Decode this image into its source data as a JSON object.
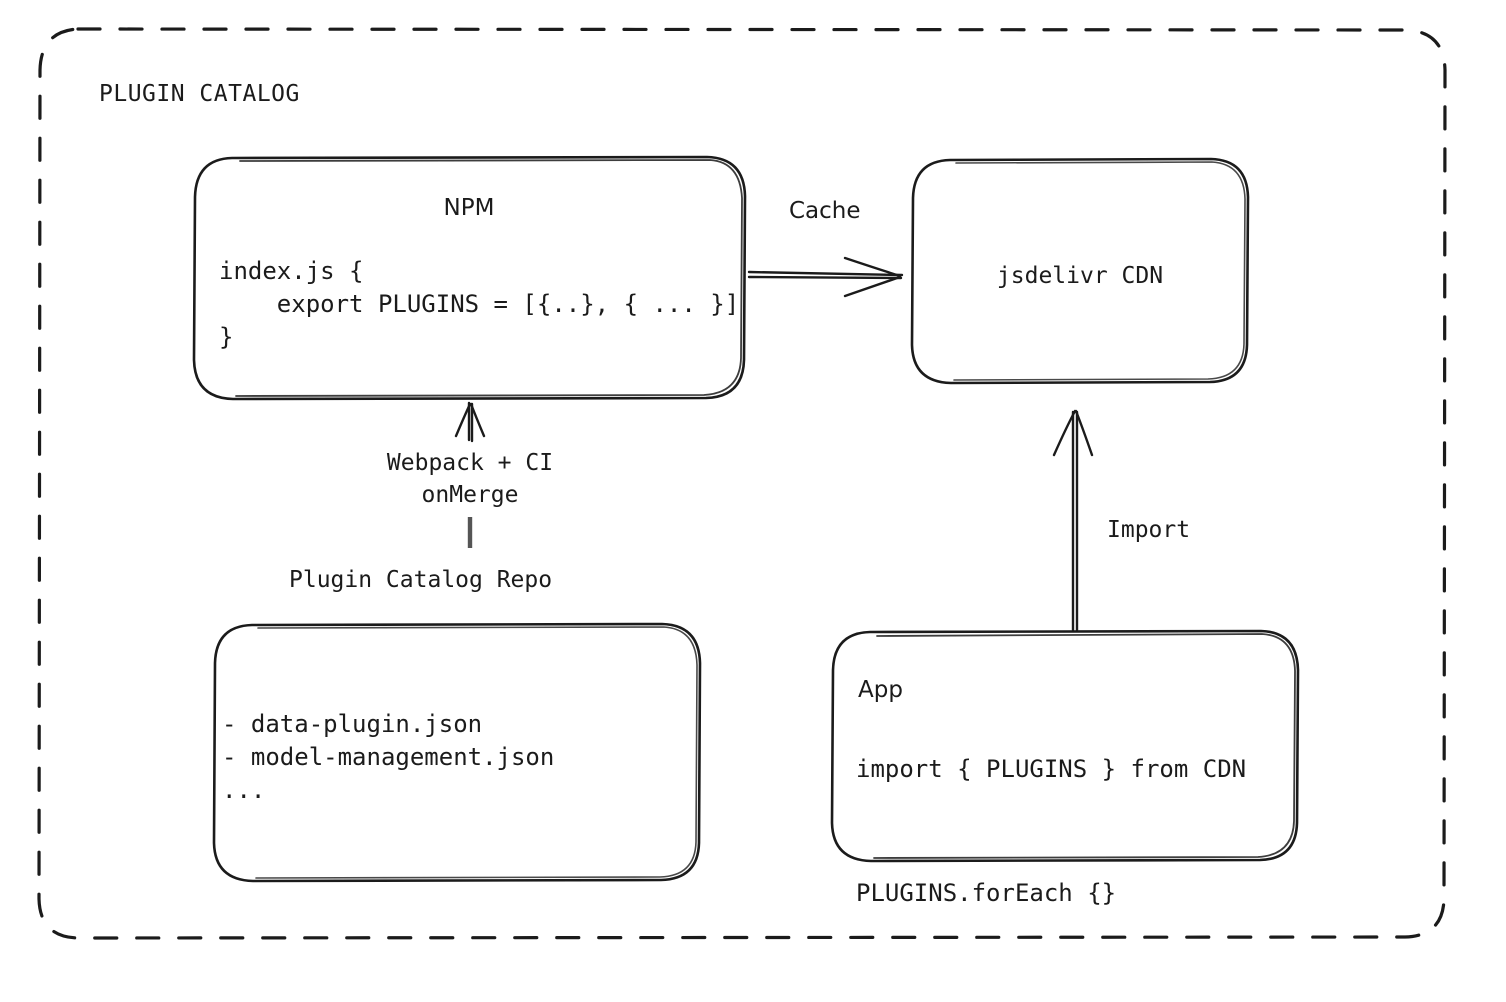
{
  "diagram": {
    "group": {
      "title": "PLUGIN CATALOG",
      "border_style": "dashed-rounded",
      "color": "#1b1b1b"
    },
    "nodes": {
      "npm": {
        "title": "NPM",
        "code": "index.js {\n    export PLUGINS = [{..}, { ... }]\n}"
      },
      "cdn": {
        "title": "jsdelivr CDN"
      },
      "repo": {
        "caption": "Plugin Catalog Repo",
        "items": "- data-plugin.json\n- model-management.json\n..."
      },
      "app": {
        "title": "App",
        "code": "import { PLUGINS } from CDN\n\nPLUGINS.forEach {}"
      }
    },
    "edges": {
      "cache": {
        "label": "Cache",
        "from": "npm",
        "to": "cdn",
        "direction": "right"
      },
      "build": {
        "label": "Webpack + CI\nonMerge",
        "from": "repo",
        "to": "npm",
        "direction": "up"
      },
      "import": {
        "label": "Import",
        "from": "app",
        "to": "cdn",
        "direction": "up"
      }
    }
  }
}
